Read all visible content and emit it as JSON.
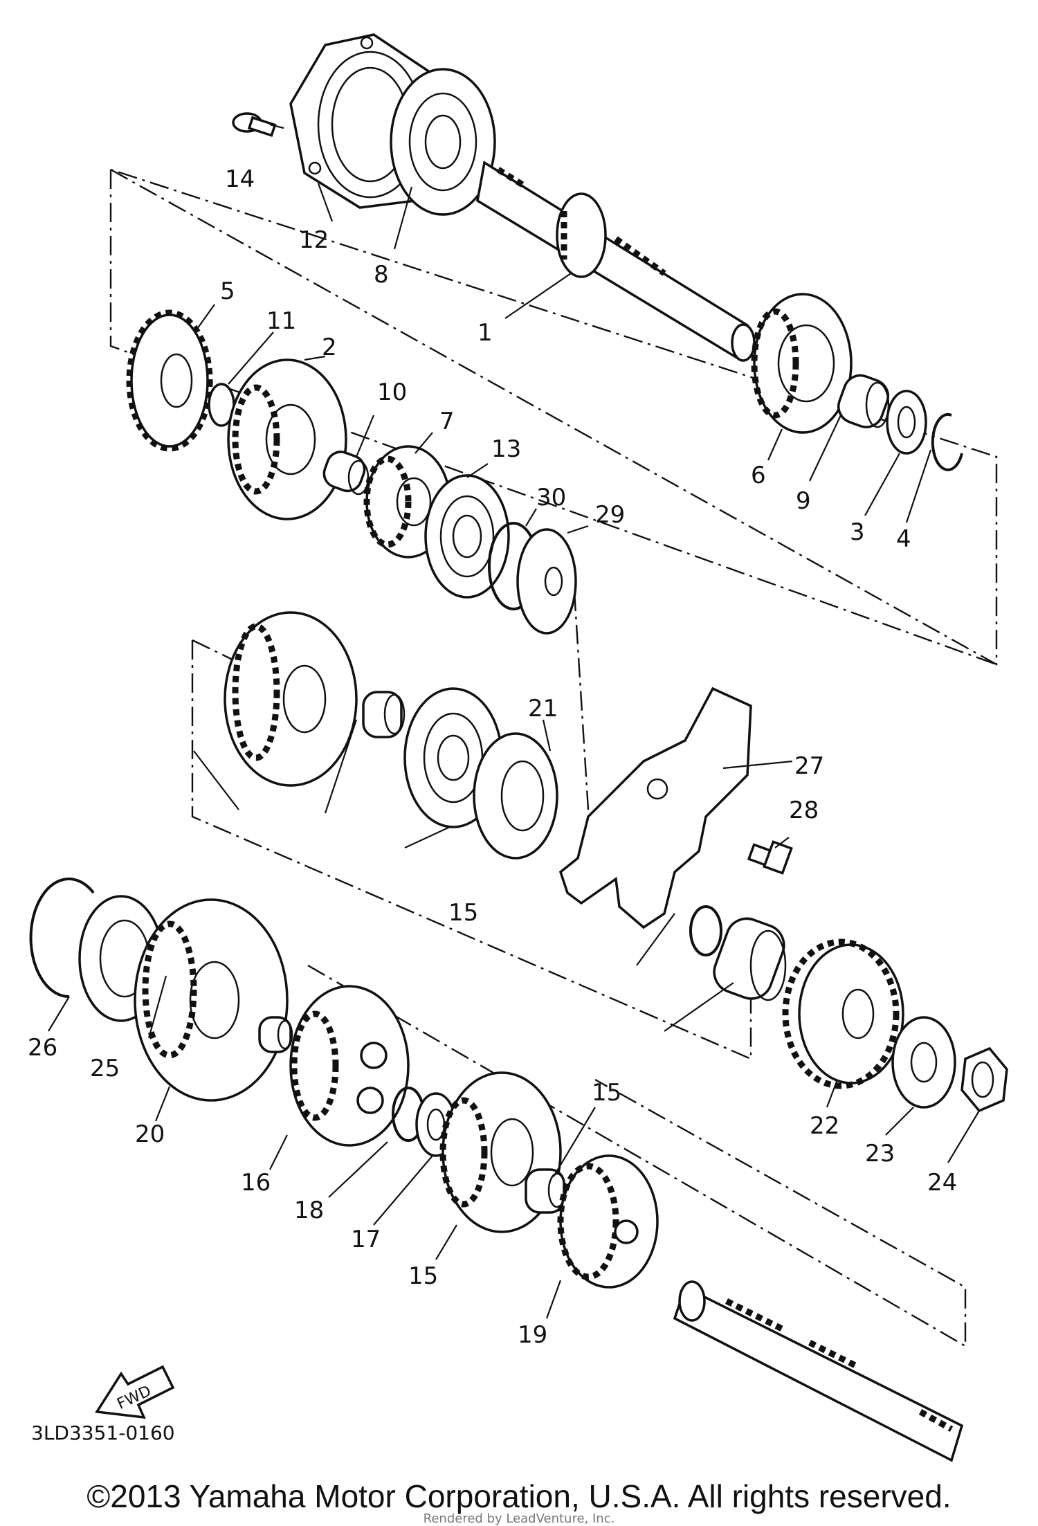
{
  "diagram": {
    "code": "3LD3351-0160",
    "fwd_label": "FWD",
    "callouts": [
      {
        "id": "c1",
        "label": "1"
      },
      {
        "id": "c2",
        "label": "2"
      },
      {
        "id": "c3",
        "label": "3"
      },
      {
        "id": "c4",
        "label": "4"
      },
      {
        "id": "c5",
        "label": "5"
      },
      {
        "id": "c6",
        "label": "6"
      },
      {
        "id": "c7",
        "label": "7"
      },
      {
        "id": "c8",
        "label": "8"
      },
      {
        "id": "c9",
        "label": "9"
      },
      {
        "id": "c10",
        "label": "10"
      },
      {
        "id": "c11",
        "label": "11"
      },
      {
        "id": "c12",
        "label": "12"
      },
      {
        "id": "c13",
        "label": "13"
      },
      {
        "id": "c14",
        "label": "14"
      },
      {
        "id": "c15a",
        "label": "15"
      },
      {
        "id": "c15b",
        "label": "15"
      },
      {
        "id": "c16",
        "label": "16"
      },
      {
        "id": "c17",
        "label": "17"
      },
      {
        "id": "c18",
        "label": "18"
      },
      {
        "id": "c19",
        "label": "19"
      },
      {
        "id": "c20",
        "label": "20"
      },
      {
        "id": "c21",
        "label": "21"
      },
      {
        "id": "c22",
        "label": "22"
      },
      {
        "id": "c23",
        "label": "23"
      },
      {
        "id": "c24",
        "label": "24"
      },
      {
        "id": "c25",
        "label": "25"
      },
      {
        "id": "c26",
        "label": "26"
      },
      {
        "id": "c27",
        "label": "27"
      },
      {
        "id": "c28",
        "label": "28"
      },
      {
        "id": "c29",
        "label": "29"
      },
      {
        "id": "c30",
        "label": "30"
      },
      {
        "id": "c31",
        "label": "31"
      }
    ]
  },
  "footer": {
    "copyright": "©2013 Yamaha Motor Corporation, U.S.A. All rights reserved.",
    "rendered_by": "Rendered by LeadVenture, Inc."
  }
}
